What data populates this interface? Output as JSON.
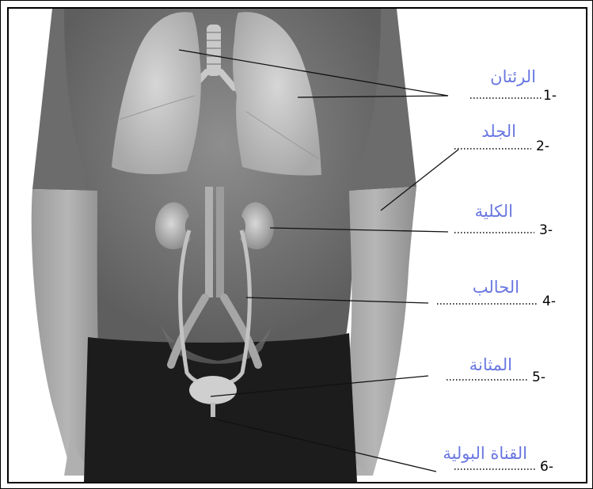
{
  "labels": [
    {
      "number": "1-",
      "answer": "الرئتان"
    },
    {
      "number": "2-",
      "answer": "الجلد"
    },
    {
      "number": "3-",
      "answer": "الكلية"
    },
    {
      "number": "4-",
      "answer": "الحالب"
    },
    {
      "number": "5-",
      "answer": "المثانة"
    },
    {
      "number": "6-",
      "answer": "القناة البولية"
    }
  ],
  "colors": {
    "answer_text": "#6a78e0",
    "skin_dark": "#7a7a7a",
    "skin_light": "#a9a9a9",
    "shorts": "#1c1c1c",
    "organ": "#c4c4c4",
    "leader_line": "#111111"
  }
}
